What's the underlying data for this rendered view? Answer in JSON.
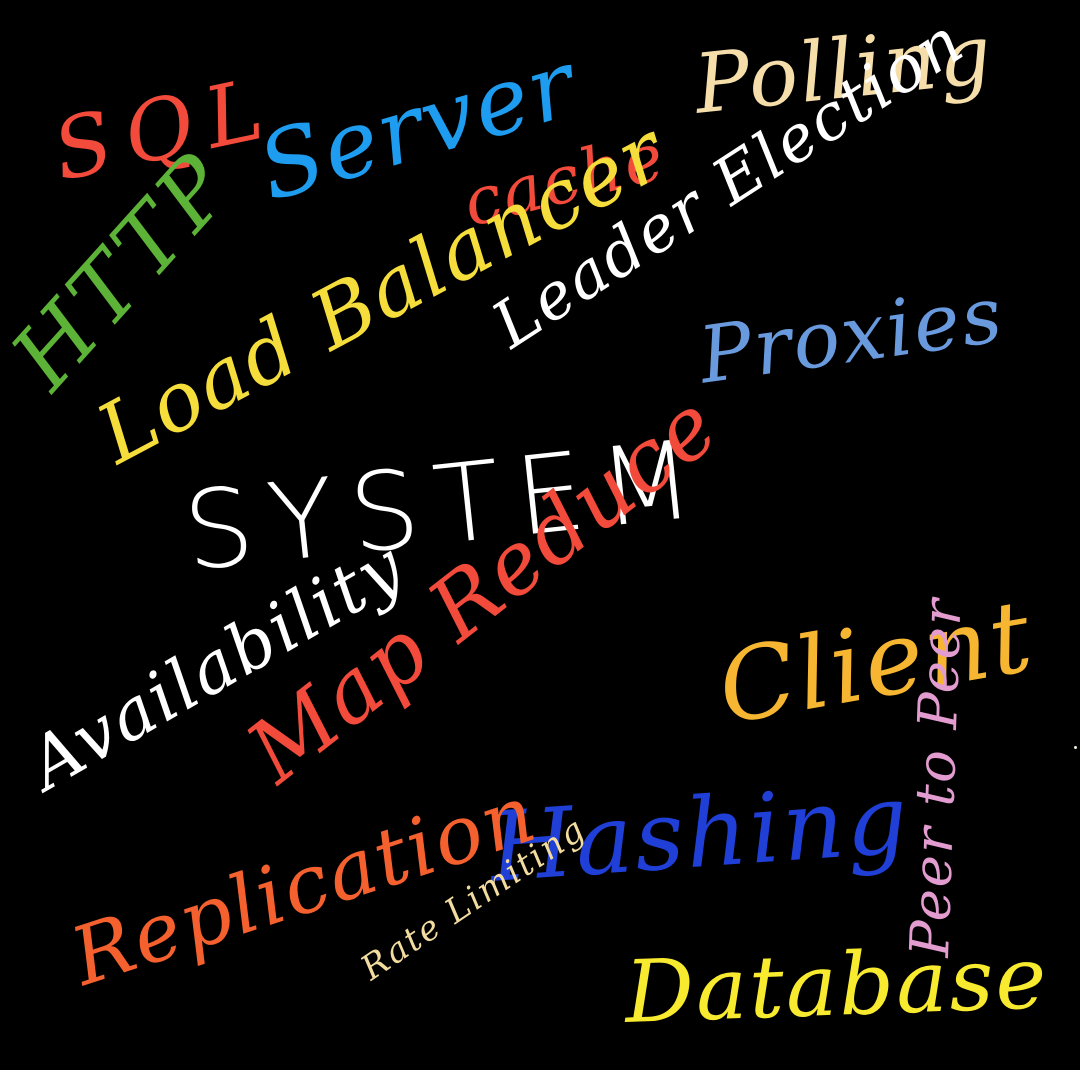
{
  "background": "#000000",
  "words": {
    "sql": {
      "text": "SQL",
      "color": "#f24a3b"
    },
    "server": {
      "text": "Server",
      "color": "#1e9df0"
    },
    "polling": {
      "text": "Polling",
      "color": "#f5deaa"
    },
    "cache": {
      "text": "cache",
      "color": "#f24a3b"
    },
    "http": {
      "text": "HTTP",
      "color": "#5cb338"
    },
    "leader_election": {
      "text": "Leader Election",
      "color": "#ffffff"
    },
    "load_balancer": {
      "text": "Load Balancer",
      "color": "#f5de3c"
    },
    "proxies": {
      "text": "Proxies",
      "color": "#6a9ade"
    },
    "system": {
      "text": "SYSTEM",
      "color": "#ffffff"
    },
    "availability": {
      "text": "Availability",
      "color": "#ffffff"
    },
    "map_reduce": {
      "text": "Map Reduce",
      "color": "#f24a3b"
    },
    "client": {
      "text": "Client",
      "color": "#f7b631"
    },
    "peer_to_peer": {
      "text": "Peer to Peer",
      "color": "#e29cd0"
    },
    "hashing": {
      "text": "Hashing",
      "color": "#1f3fd6"
    },
    "replication": {
      "text": "Replication",
      "color": "#f4602e"
    },
    "rate_limiting": {
      "text": "Rate Limiting",
      "color": "#f3dc9f"
    },
    "database": {
      "text": "Database",
      "color": "#f8ea2f"
    }
  }
}
